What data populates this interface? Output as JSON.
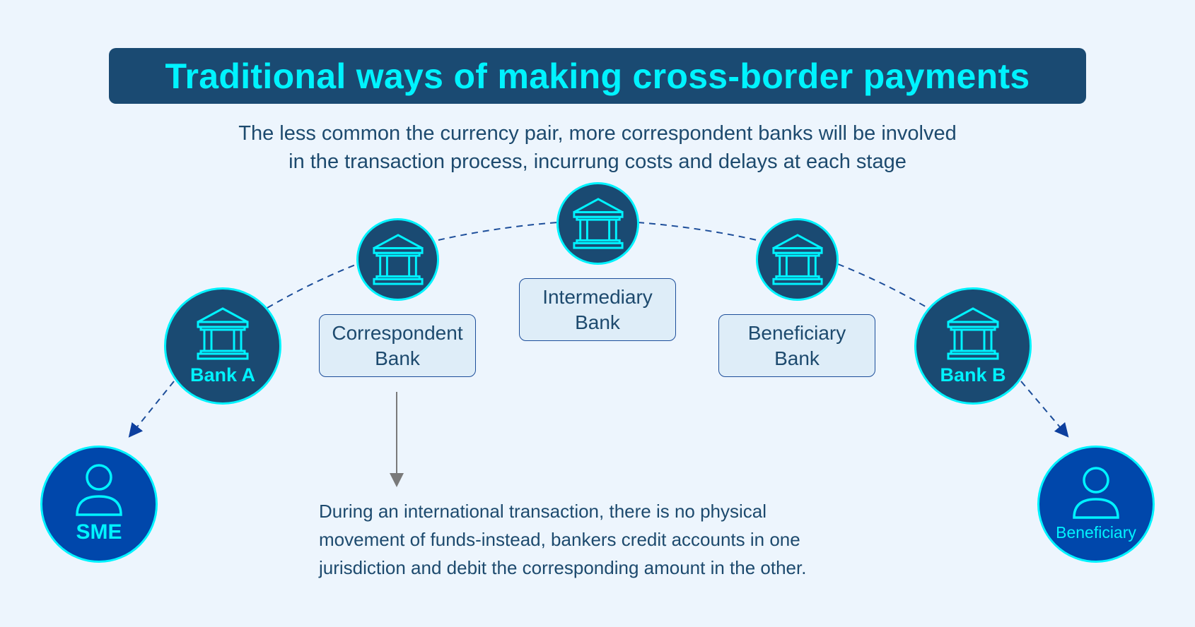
{
  "title": "Traditional ways of making cross-border payments",
  "subtitle": {
    "line1": "The less common the currency pair, more correspondent banks will be involved",
    "line2": "in the transaction process, incurrung costs and delays at each stage"
  },
  "nodes": {
    "bank_a": "Bank A",
    "bank_b": "Bank B",
    "sme": "SME",
    "beneficiary": "Beneficiary"
  },
  "labels": {
    "correspondent": [
      "Correspondent",
      "Bank"
    ],
    "intermediary": [
      "Intermediary",
      "Bank"
    ],
    "beneficiary_bank": [
      "Beneficiary",
      "Bank"
    ]
  },
  "note": {
    "line1": "During an international transaction, there is no physical",
    "line2": "movement of funds-instead, bankers credit accounts in one",
    "line3": "jurisdiction and debit the corresponding amount in the other."
  },
  "colors": {
    "background": "#edf5fd",
    "navy": "#1a4a72",
    "cyan": "#00f3ff",
    "blue": "#0047ab",
    "text": "#1d4a6e"
  }
}
